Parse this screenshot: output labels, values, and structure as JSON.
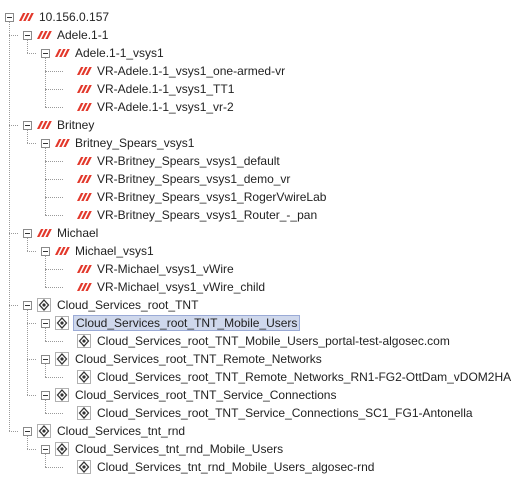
{
  "colors": {
    "fortinet_red": "#e2382b",
    "cloud_icon_stroke": "#333333",
    "selection_bg": "#cfd8ec"
  },
  "tree": [
    {
      "label": "10.156.0.157",
      "icon": "fortinet-icon",
      "level": 0,
      "toggle": true
    },
    {
      "label": "Adele.1-1",
      "icon": "fortinet-icon",
      "level": 1,
      "toggle": true
    },
    {
      "label": "Adele.1-1_vsys1",
      "icon": "fortinet-icon",
      "level": 2,
      "toggle": true
    },
    {
      "label": "VR-Adele.1-1_vsys1_one-armed-vr",
      "icon": "fortinet-icon",
      "level": 3,
      "toggle": false
    },
    {
      "label": "VR-Adele.1-1_vsys1_TT1",
      "icon": "fortinet-icon",
      "level": 3,
      "toggle": false
    },
    {
      "label": "VR-Adele.1-1_vsys1_vr-2",
      "icon": "fortinet-icon",
      "level": 3,
      "toggle": false
    },
    {
      "label": "Britney",
      "icon": "fortinet-icon",
      "level": 1,
      "toggle": true
    },
    {
      "label": "Britney_Spears_vsys1",
      "icon": "fortinet-icon",
      "level": 2,
      "toggle": true
    },
    {
      "label": "VR-Britney_Spears_vsys1_default",
      "icon": "fortinet-icon",
      "level": 3,
      "toggle": false
    },
    {
      "label": "VR-Britney_Spears_vsys1_demo_vr",
      "icon": "fortinet-icon",
      "level": 3,
      "toggle": false
    },
    {
      "label": "VR-Britney_Spears_vsys1_RogerVwireLab",
      "icon": "fortinet-icon",
      "level": 3,
      "toggle": false
    },
    {
      "label": "VR-Britney_Spears_vsys1_Router_-_pan",
      "icon": "fortinet-icon",
      "level": 3,
      "toggle": false
    },
    {
      "label": "Michael",
      "icon": "fortinet-icon",
      "level": 1,
      "toggle": true
    },
    {
      "label": "Michael_vsys1",
      "icon": "fortinet-icon",
      "level": 2,
      "toggle": true
    },
    {
      "label": "VR-Michael_vsys1_vWire",
      "icon": "fortinet-icon",
      "level": 3,
      "toggle": false
    },
    {
      "label": "VR-Michael_vsys1_vWire_child",
      "icon": "fortinet-icon",
      "level": 3,
      "toggle": false
    },
    {
      "label": "Cloud_Services_root_TNT",
      "icon": "cloud-service-icon",
      "level": 1,
      "toggle": true
    },
    {
      "label": "Cloud_Services_root_TNT_Mobile_Users",
      "icon": "cloud-service-icon",
      "level": 2,
      "toggle": true,
      "selected": true
    },
    {
      "label": "Cloud_Services_root_TNT_Mobile_Users_portal-test-algosec.com",
      "icon": "cloud-service-icon",
      "level": 3,
      "toggle": false
    },
    {
      "label": "Cloud_Services_root_TNT_Remote_Networks",
      "icon": "cloud-service-icon",
      "level": 2,
      "toggle": true
    },
    {
      "label": "Cloud_Services_root_TNT_Remote_Networks_RN1-FG2-OttDam_vDOM2HA",
      "icon": "cloud-service-icon",
      "level": 3,
      "toggle": false
    },
    {
      "label": "Cloud_Services_root_TNT_Service_Connections",
      "icon": "cloud-service-icon",
      "level": 2,
      "toggle": true
    },
    {
      "label": "Cloud_Services_root_TNT_Service_Connections_SC1_FG1-Antonella",
      "icon": "cloud-service-icon",
      "level": 3,
      "toggle": false
    },
    {
      "label": "Cloud_Services_tnt_rnd",
      "icon": "cloud-service-icon",
      "level": 1,
      "toggle": true
    },
    {
      "label": "Cloud_Services_tnt_rnd_Mobile_Users",
      "icon": "cloud-service-icon",
      "level": 2,
      "toggle": true
    },
    {
      "label": "Cloud_Services_tnt_rnd_Mobile_Users_algosec-rnd",
      "icon": "cloud-service-icon",
      "level": 3,
      "toggle": false
    }
  ]
}
